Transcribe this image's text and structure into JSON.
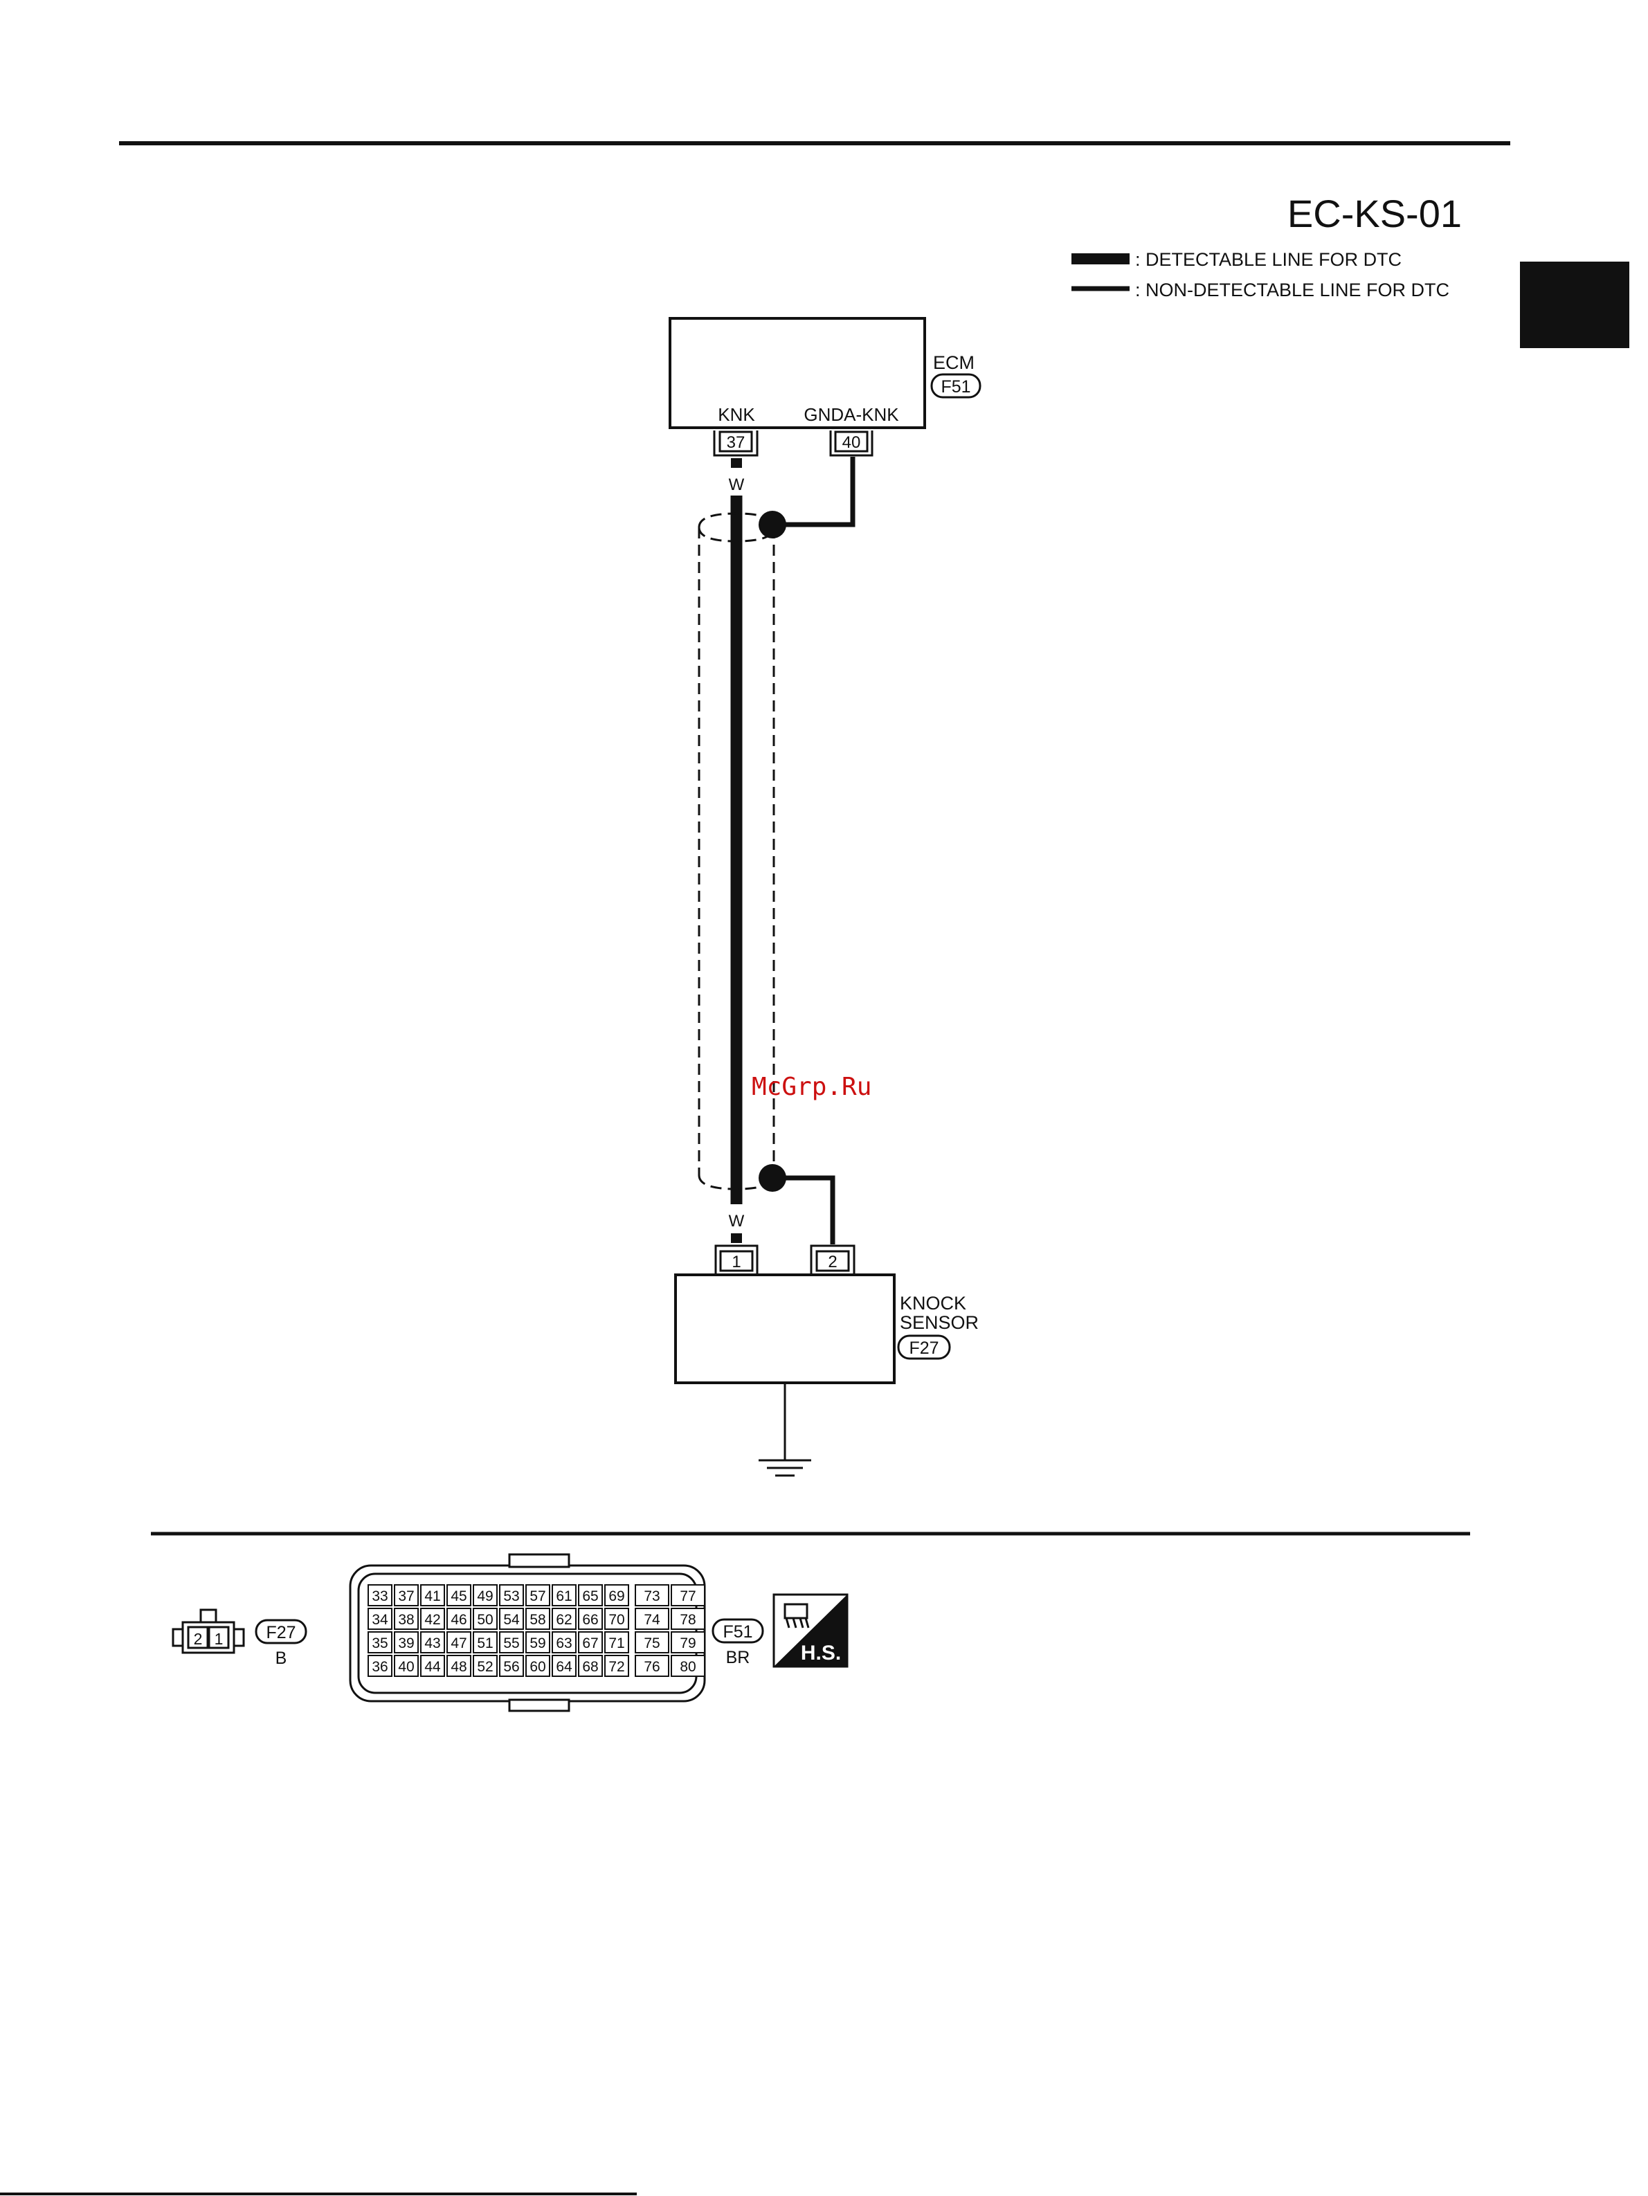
{
  "diagram_id": "EC-KS-01",
  "legend": {
    "detectable": ": DETECTABLE LINE FOR DTC",
    "non_detectable": ": NON-DETECTABLE LINE FOR DTC"
  },
  "ecm": {
    "name": "ECM",
    "connector": "F51",
    "terminals": [
      {
        "label": "KNK",
        "number": "37"
      },
      {
        "label": "GNDA-KNK",
        "number": "40"
      }
    ],
    "wire_color": "W"
  },
  "knock_sensor": {
    "name_line1": "KNOCK",
    "name_line2": "SENSOR",
    "connector": "F27",
    "terminals": [
      "1",
      "2"
    ],
    "wire_color": "W"
  },
  "connector_views": {
    "f27": {
      "id": "F27",
      "color": "B",
      "pins": [
        "2",
        "1"
      ]
    },
    "f51": {
      "id": "F51",
      "color": "BR",
      "rows": [
        [
          "33",
          "37",
          "41",
          "45",
          "49",
          "53",
          "57",
          "61",
          "65",
          "69",
          "73",
          "77"
        ],
        [
          "34",
          "38",
          "42",
          "46",
          "50",
          "54",
          "58",
          "62",
          "66",
          "70",
          "74",
          "78"
        ],
        [
          "35",
          "39",
          "43",
          "47",
          "51",
          "55",
          "59",
          "63",
          "67",
          "71",
          "75",
          "79"
        ],
        [
          "36",
          "40",
          "44",
          "48",
          "52",
          "56",
          "60",
          "64",
          "68",
          "72",
          "76",
          "80"
        ]
      ]
    },
    "hs_label": "H.S."
  },
  "watermark": "McGrp.Ru",
  "colors": {
    "line": "#111111",
    "watermark": "#cc1010",
    "tab": "#111111"
  }
}
